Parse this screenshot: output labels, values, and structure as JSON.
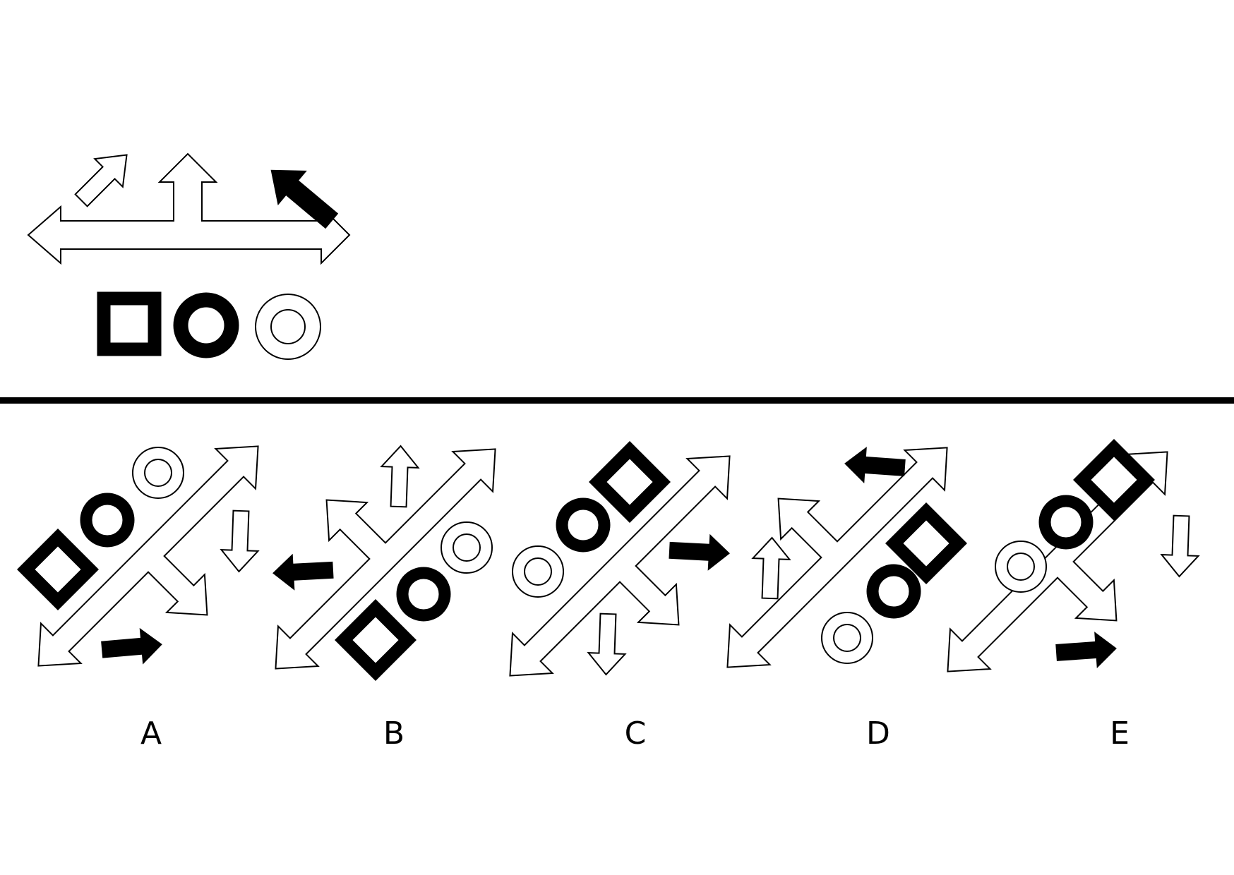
{
  "options": [
    {
      "label": "A"
    },
    {
      "label": "B"
    },
    {
      "label": "C"
    },
    {
      "label": "D"
    },
    {
      "label": "E"
    }
  ],
  "colors": {
    "background": "#ffffff",
    "ink": "#000000"
  }
}
